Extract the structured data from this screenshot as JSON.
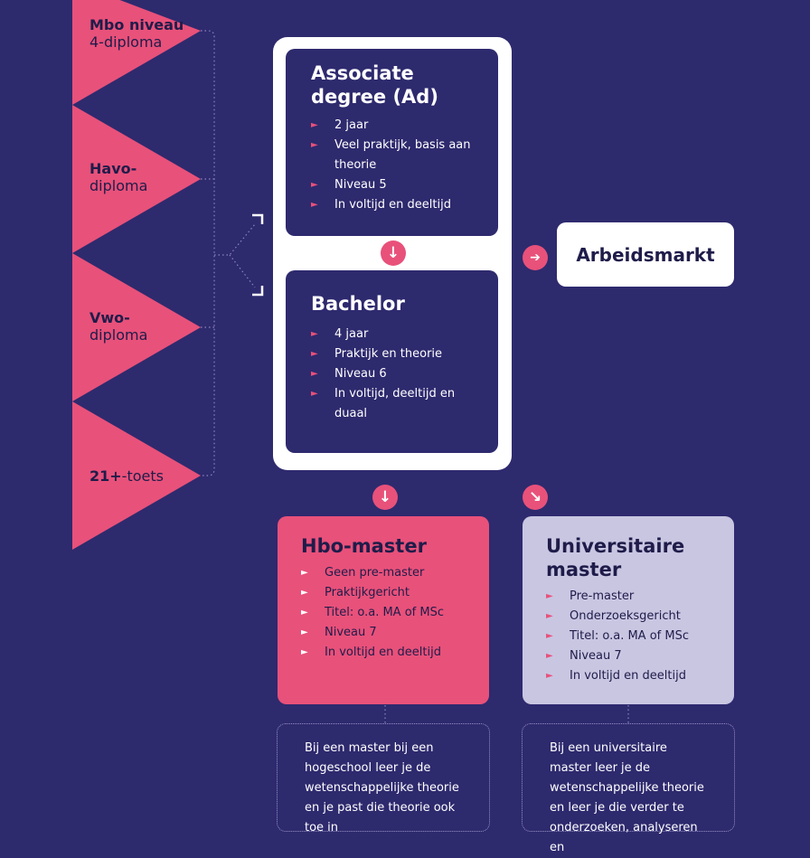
{
  "entry_routes": [
    {
      "bold": "Mbo niveau",
      "light": "4-diploma"
    },
    {
      "bold": "Havo-",
      "light": "diploma"
    },
    {
      "bold": "Vwo-",
      "light": "diploma"
    },
    {
      "bold": "21+",
      "light": "-toets"
    }
  ],
  "associate": {
    "title": "Associate degree (Ad)",
    "items": [
      "2 jaar",
      "Veel praktijk, basis aan theorie",
      "Niveau 5",
      "In voltijd en deeltijd"
    ]
  },
  "bachelor": {
    "title": "Bachelor",
    "items": [
      "4 jaar",
      "Praktijk en theorie",
      "Niveau 6",
      "In voltijd, deeltijd en duaal"
    ]
  },
  "labour_market": "Arbeidsmarkt",
  "hbo_master": {
    "title": "Hbo-master",
    "items": [
      "Geen pre-master",
      "Praktijkgericht",
      "Titel: o.a. MA of MSc",
      "Niveau 7",
      "In voltijd en deeltijd"
    ],
    "note": "Bij een master bij een hogeschool leer je de wetenschappelijke theorie en je past die theorie ook toe in"
  },
  "uni_master": {
    "title": "Universitaire master",
    "items": [
      "Pre-master",
      "Onderzoeksgericht",
      "Titel: o.a. MA of MSc",
      "Niveau 7",
      "In voltijd en deeltijd"
    ],
    "note": "Bij een universitaire master leer je de wetenschappelijke theorie en leer je die verder te onderzoeken, analyseren en"
  },
  "arrows": {
    "down": "↓",
    "right": "➔",
    "diag": "↘"
  },
  "colors": {
    "background": "#2e2a6e",
    "pink": "#e8517a",
    "lavender": "#c9c6e2",
    "white": "#ffffff"
  }
}
